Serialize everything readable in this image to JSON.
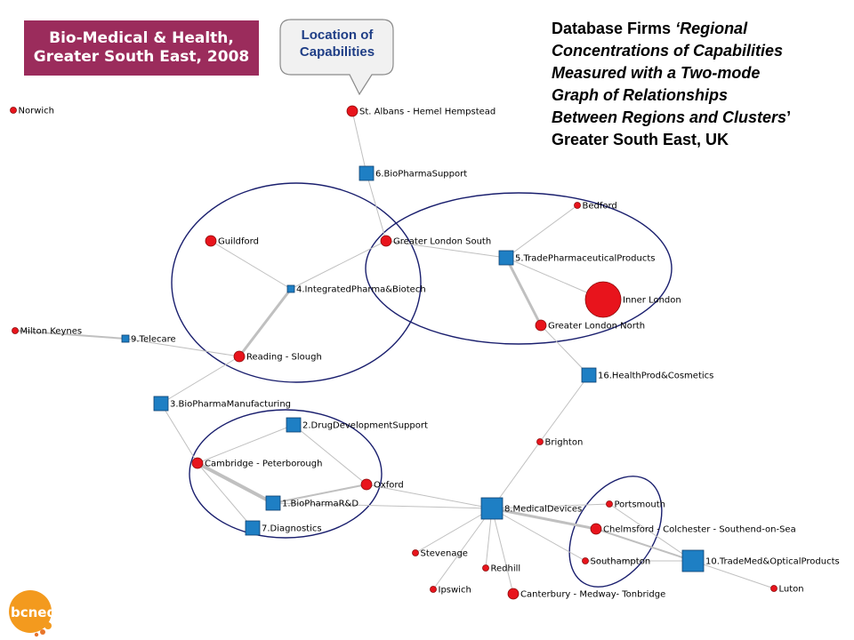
{
  "badge": {
    "line1": "Bio-Medical & Health,",
    "line2": "Greater South East, 2008"
  },
  "callout": {
    "line1": "Location of",
    "line2": "Capabilities"
  },
  "heading": {
    "line1a": "Database Firms ",
    "line1b": "‘Regional",
    "line2": "Concentrations of Capabilities",
    "line3": "Measured with a Two-mode",
    "line4": "Graph of Relationships",
    "line5": "Between Regions and Clusters",
    "line5b": "’",
    "line6": "Greater South East, UK"
  },
  "logo": {
    "text": "bcned"
  },
  "colors": {
    "region": "#e8141c",
    "cluster": "#1e7fc4",
    "ellipse": "#1a1f6e",
    "badge": "#9b2c5c",
    "edge": "#c0c0c0"
  },
  "regions": [
    {
      "id": "norwich",
      "label": "Norwich",
      "size": "small"
    },
    {
      "id": "stalbans",
      "label": "St. Albans - Hemel Hempstead",
      "size": "medium"
    },
    {
      "id": "bedford",
      "label": "Bedford",
      "size": "small"
    },
    {
      "id": "guildford",
      "label": "Guildford",
      "size": "medium"
    },
    {
      "id": "gls",
      "label": "Greater London South",
      "size": "medium"
    },
    {
      "id": "inner",
      "label": "Inner London",
      "size": "large"
    },
    {
      "id": "gln",
      "label": "Greater London North",
      "size": "medium"
    },
    {
      "id": "mk",
      "label": "Milton Keynes",
      "size": "small"
    },
    {
      "id": "reading",
      "label": "Reading - Slough",
      "size": "medium"
    },
    {
      "id": "brighton",
      "label": "Brighton",
      "size": "small"
    },
    {
      "id": "cambridge",
      "label": "Cambridge - Peterborough",
      "size": "medium"
    },
    {
      "id": "oxford",
      "label": "Oxford",
      "size": "medium"
    },
    {
      "id": "portsmouth",
      "label": "Portsmouth",
      "size": "small"
    },
    {
      "id": "chelmsford",
      "label": "Chelmsford - Colchester - Southend-on-Sea",
      "size": "medium"
    },
    {
      "id": "stevenage",
      "label": "Stevenage",
      "size": "small"
    },
    {
      "id": "southampton",
      "label": "Southampton",
      "size": "small"
    },
    {
      "id": "redhill",
      "label": "Redhill",
      "size": "small"
    },
    {
      "id": "ipswich",
      "label": "Ipswich",
      "size": "small"
    },
    {
      "id": "canterbury",
      "label": "Canterbury - Medway- Tonbridge",
      "size": "medium"
    },
    {
      "id": "luton",
      "label": "Luton",
      "size": "small"
    }
  ],
  "clusters": [
    {
      "id": "c6",
      "label": "6.BioPharmaSupport",
      "size": "medium"
    },
    {
      "id": "c5",
      "label": "5.TradePharmaceuticalProducts",
      "size": "medium"
    },
    {
      "id": "c4",
      "label": "4.IntegratedPharma&Biotech",
      "size": "small"
    },
    {
      "id": "c9",
      "label": "9.Telecare",
      "size": "small"
    },
    {
      "id": "c16",
      "label": "16.HealthProd&Cosmetics",
      "size": "medium"
    },
    {
      "id": "c3",
      "label": "3.BioPharmaManufacturing",
      "size": "medium"
    },
    {
      "id": "c2",
      "label": "2.DrugDevelopmentSupport",
      "size": "medium"
    },
    {
      "id": "c1",
      "label": "1.BioPharmaR&D",
      "size": "medium"
    },
    {
      "id": "c7",
      "label": "7.Diagnostics",
      "size": "medium"
    },
    {
      "id": "c8",
      "label": "8.MedicalDevices",
      "size": "large"
    },
    {
      "id": "c10",
      "label": "10.TradeMed&OpticalProducts",
      "size": "large"
    }
  ],
  "edges": [
    [
      "stalbans",
      "c6",
      1
    ],
    [
      "c6",
      "gls",
      1
    ],
    [
      "bedford",
      "c5",
      1
    ],
    [
      "gls",
      "c5",
      1
    ],
    [
      "c5",
      "inner",
      1
    ],
    [
      "c5",
      "gln",
      3
    ],
    [
      "gls",
      "c4",
      1
    ],
    [
      "guildford",
      "c4",
      1
    ],
    [
      "c4",
      "reading",
      3
    ],
    [
      "mk",
      "c9",
      2
    ],
    [
      "c9",
      "reading",
      1
    ],
    [
      "reading",
      "c3",
      1
    ],
    [
      "gln",
      "c16",
      1
    ],
    [
      "c16",
      "brighton",
      1
    ],
    [
      "brighton",
      "c8",
      1
    ],
    [
      "c3",
      "cambridge",
      1
    ],
    [
      "cambridge",
      "c2",
      1
    ],
    [
      "c2",
      "oxford",
      1
    ],
    [
      "cambridge",
      "c1",
      4
    ],
    [
      "oxford",
      "c1",
      2
    ],
    [
      "cambridge",
      "c7",
      1
    ],
    [
      "oxford",
      "c8",
      1
    ],
    [
      "c1",
      "c8",
      1
    ],
    [
      "c8",
      "stevenage",
      1
    ],
    [
      "c8",
      "redhill",
      1
    ],
    [
      "c8",
      "ipswich",
      1
    ],
    [
      "c8",
      "canterbury",
      1
    ],
    [
      "c8",
      "portsmouth",
      1
    ],
    [
      "c8",
      "chelmsford",
      3
    ],
    [
      "c8",
      "southampton",
      1
    ],
    [
      "portsmouth",
      "c10",
      1
    ],
    [
      "chelmsford",
      "c10",
      2
    ],
    [
      "southampton",
      "c10",
      1
    ],
    [
      "c10",
      "luton",
      1
    ]
  ]
}
